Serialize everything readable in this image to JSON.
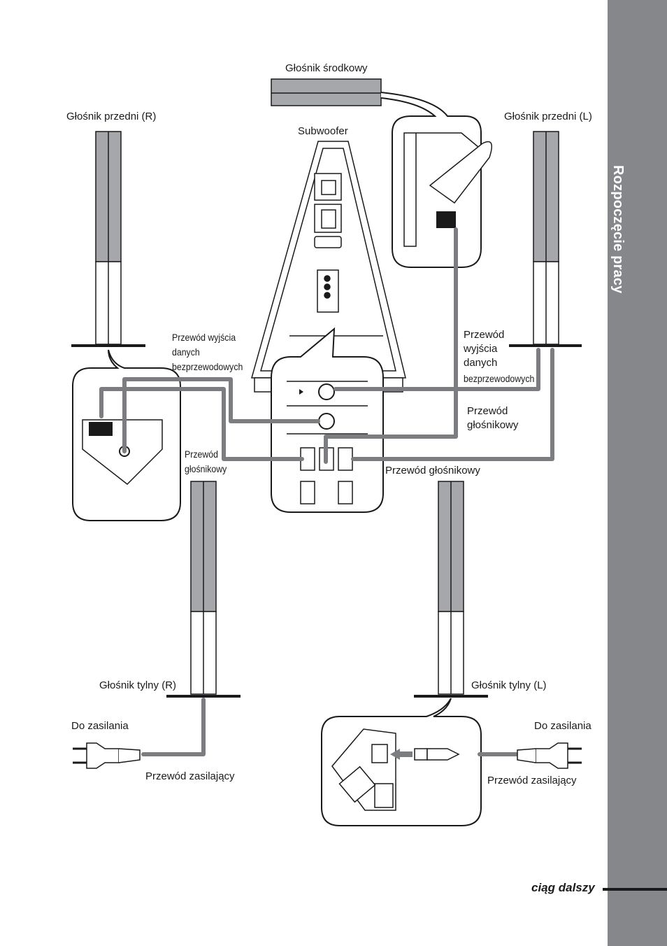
{
  "labels": {
    "center_speaker": "Głośnik środkowy",
    "front_right": "Głośnik przedni (R)",
    "front_left": "Głośnik przedni (L)",
    "subwoofer": "Subwoofer",
    "wireless_cable_left": "Przewód wyjścia\ndanych\nbezprzewodowych",
    "wireless_cable_right_1": "Przewód\nwyjścia\ndanych",
    "wireless_cable_right_2": "bezprzewodowych",
    "speaker_cable_right": "Przewód\ngłośnikowy",
    "speaker_cable_left": "Przewód\ngłośnikowy",
    "speaker_cable_bottom": "Przewód głośnikowy",
    "rear_right": "Głośnik tylny (R)",
    "rear_left": "Głośnik tylny (L)",
    "power_left": "Do zasilania",
    "power_right": "Do zasilania",
    "power_cord_left": "Przewód zasilający",
    "power_cord_right": "Przewód zasilający"
  },
  "side_tab": {
    "title": "Rozpoczęcie pracy"
  },
  "footer": {
    "continued": "ciąg dalszy"
  },
  "colors": {
    "cable": "#7c7d80",
    "speaker_gray": "#a6a7aa",
    "tab": "#86878b",
    "line": "#1a1a1a"
  }
}
